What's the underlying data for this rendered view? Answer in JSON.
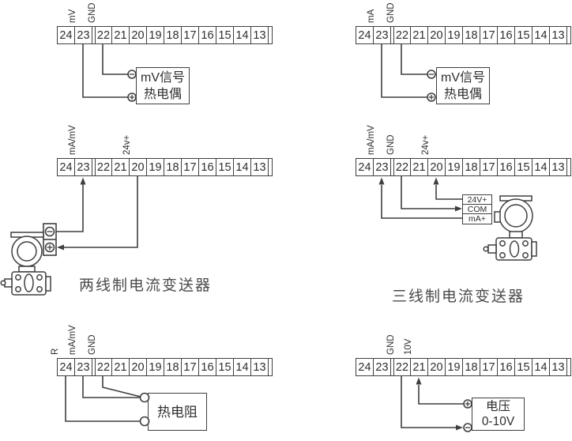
{
  "terminal_numbers": [
    "24",
    "23",
    "22",
    "21",
    "20",
    "19",
    "18",
    "17",
    "16",
    "15",
    "14",
    "13"
  ],
  "colors": {
    "line": "#3f3f3f",
    "text": "#2e2e2e",
    "background": "#ffffff"
  },
  "diagrams": {
    "top_left": {
      "labels": [
        "mV",
        "GND"
      ],
      "box": {
        "line1": "mV信号",
        "line2": "热电偶"
      }
    },
    "top_right": {
      "labels": [
        "mA",
        "GND"
      ],
      "box": {
        "line1": "mV信号",
        "line2": "热电偶"
      }
    },
    "mid_left": {
      "labels": [
        "mA/mV",
        "24v+"
      ],
      "caption": "两线制电流变送器"
    },
    "mid_right": {
      "labels": [
        "mA/mV",
        "GND",
        "24v+"
      ],
      "box_rows": [
        "24V+",
        "COM",
        "mA+"
      ],
      "caption": "三线制电流变送器"
    },
    "bottom_left": {
      "labels": [
        "R",
        "mA/mV",
        "GND"
      ],
      "box": {
        "line1": "热电阻"
      }
    },
    "bottom_right": {
      "labels": [
        "GND",
        "10V"
      ],
      "box": {
        "line1": "电压",
        "line2": "0-10V"
      }
    }
  }
}
